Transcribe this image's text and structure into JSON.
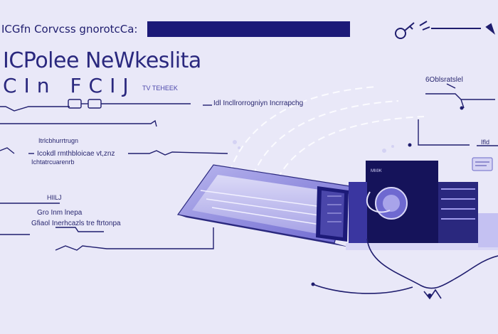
{
  "banner": {
    "title": "ICGfn Corvcss gnorotcCa:",
    "bar_color": "#1c1a78"
  },
  "headline": {
    "title": "ICPolee NeWkeslita",
    "subtitle": "CIn FCIJ"
  },
  "labels": {
    "tag_right_top": "6Oblsratslel",
    "tag_mid": "TV TEHEEK",
    "callout_1": "Idl Incllrorrogniyn Incrrapchg",
    "callout_2": "Itrlcbhurrtrugn",
    "callout_3": "Icokdl rmthbloicae vt,znz",
    "callout_4": "Ichtatrcuarenrb",
    "callout_5": "HIlLJ",
    "callout_6": "Gro Inm lnepa",
    "callout_7": "Gfiaol Inerhcazls tre ftrtonpa",
    "tag_right": "Ifld",
    "device_label": "ММЖ"
  },
  "colors": {
    "background": "#e9e8f8",
    "ink": "#1f1d6e",
    "accent": "#5a55c8",
    "panel": "#8c88de",
    "dark": "#15135a"
  },
  "icons": {
    "top_right": "key-icon",
    "connectors": "connector-icon"
  }
}
